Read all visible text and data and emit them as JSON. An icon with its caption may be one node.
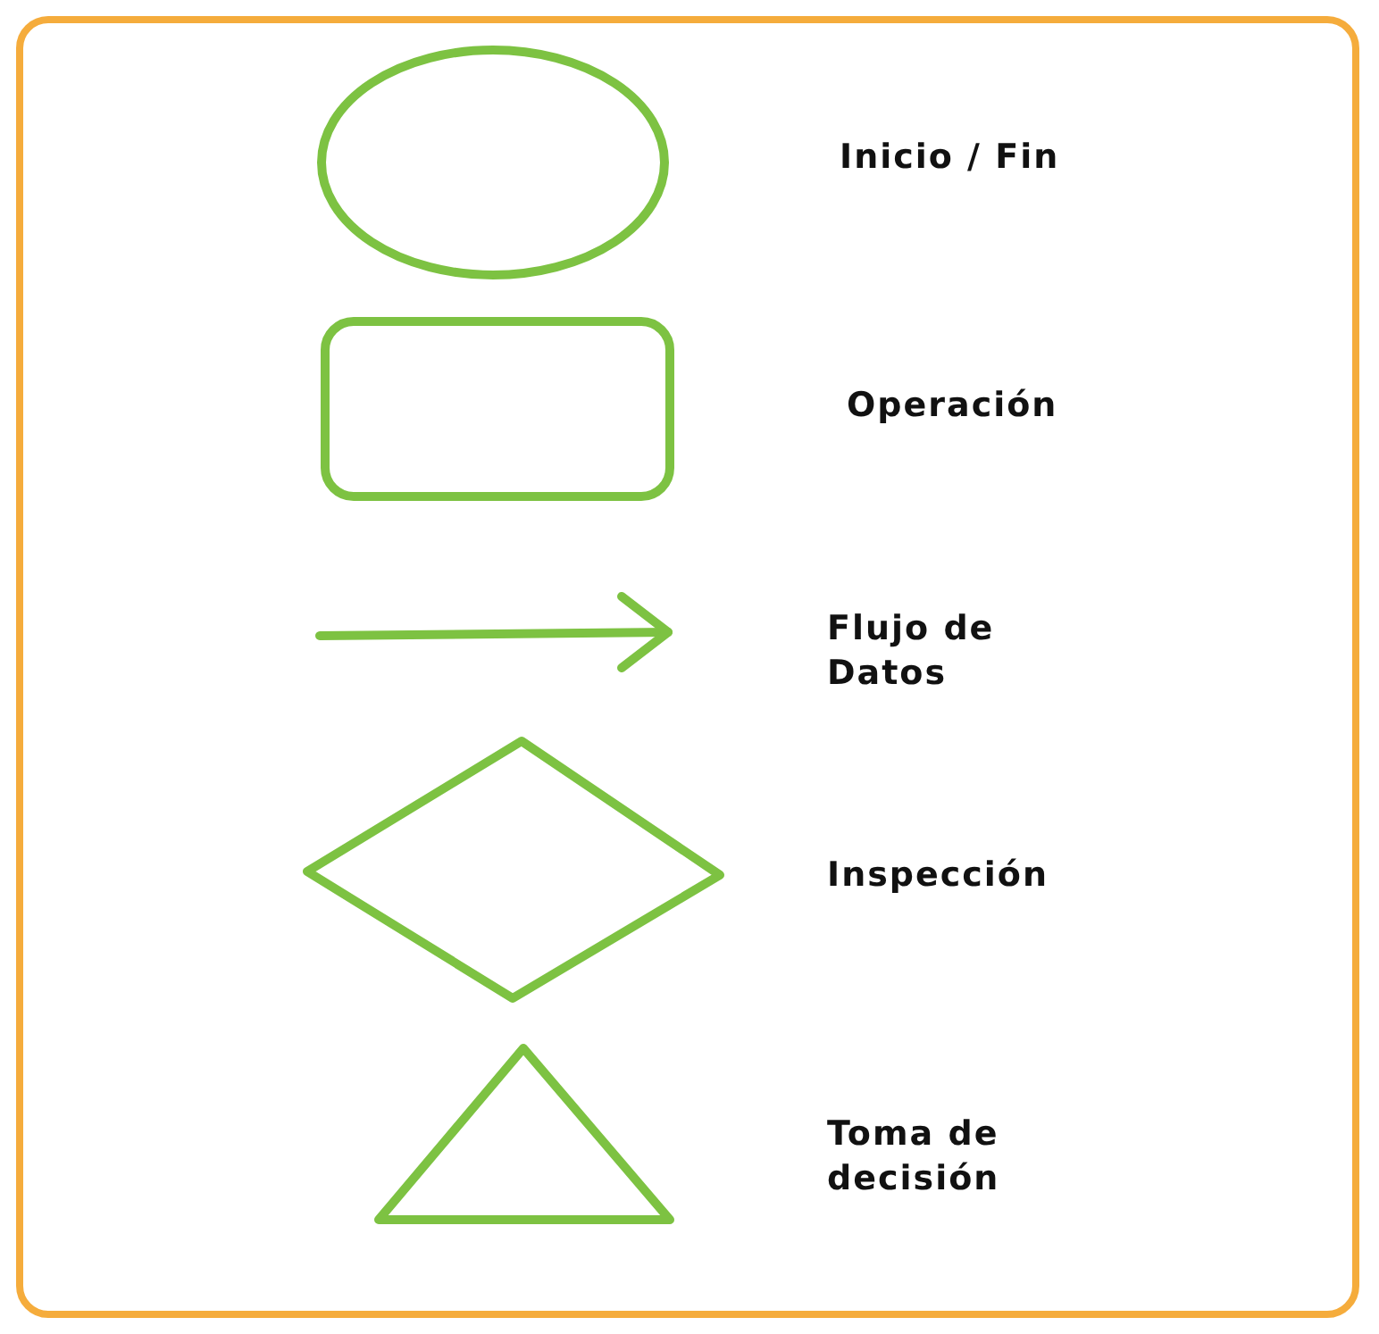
{
  "diagram": {
    "nodes": [
      {
        "text": [],
        "shape": "circle"
      },
      {
        "text": [],
        "shape": "box"
      },
      {
        "text": [],
        "shape": "arrow"
      },
      {
        "text": [],
        "shape": "diamond"
      },
      {
        "text": [],
        "shape": "triangle"
      }
    ],
    "labels": [
      "Inicio / Fin",
      "Operación",
      "Flujo de Datos",
      "Inspección",
      "Toma de decisión"
    ]
  }
}
